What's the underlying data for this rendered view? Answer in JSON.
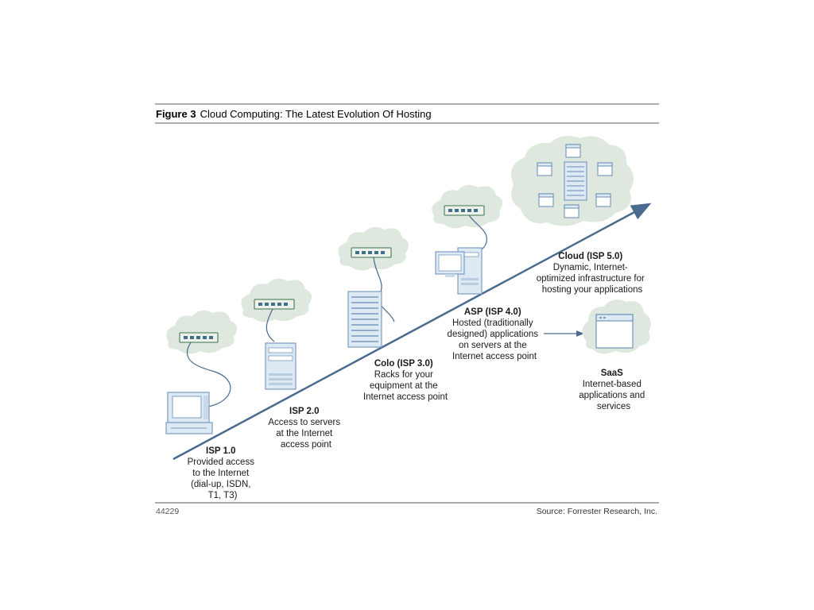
{
  "figure": {
    "label": "Figure 3",
    "title": "Cloud Computing: The Latest Evolution Of Hosting",
    "figure_id": "44229",
    "source": "Source: Forrester Research, Inc."
  },
  "stages": [
    {
      "name": "ISP 1.0",
      "lines": [
        "Provided access",
        "to the Internet",
        "(dial-up, ISDN,",
        "T1, T3)"
      ]
    },
    {
      "name": "ISP 2.0",
      "lines": [
        "Access to servers",
        "at the Internet",
        "access point"
      ]
    },
    {
      "name": "Colo (ISP 3.0)",
      "lines": [
        "Racks for your",
        "equipment at the",
        "Internet access point"
      ]
    },
    {
      "name": "ASP (ISP 4.0)",
      "lines": [
        "Hosted (traditionally",
        "designed) applications",
        "on servers at the",
        "Internet access point"
      ]
    },
    {
      "name": "Cloud (ISP 5.0)",
      "lines": [
        "Dynamic, Internet-",
        "optimized infrastructure for",
        "hosting your applications"
      ]
    },
    {
      "name": "SaaS",
      "lines": [
        "Internet-based",
        "applications and",
        "services"
      ]
    }
  ],
  "colors": {
    "arrow": "#4a6a8f",
    "cloud": "#dfe8de",
    "device_fill": "#dde9f3",
    "device_stroke": "#7b9bbf",
    "switch_port": "#3f6f8f",
    "rule": "#555555"
  },
  "icons": [
    "network-switch-icon",
    "desktop-computer-icon",
    "tower-server-icon",
    "rack-server-icon",
    "server-with-monitor-icon",
    "application-window-icon",
    "cloud-icon"
  ]
}
